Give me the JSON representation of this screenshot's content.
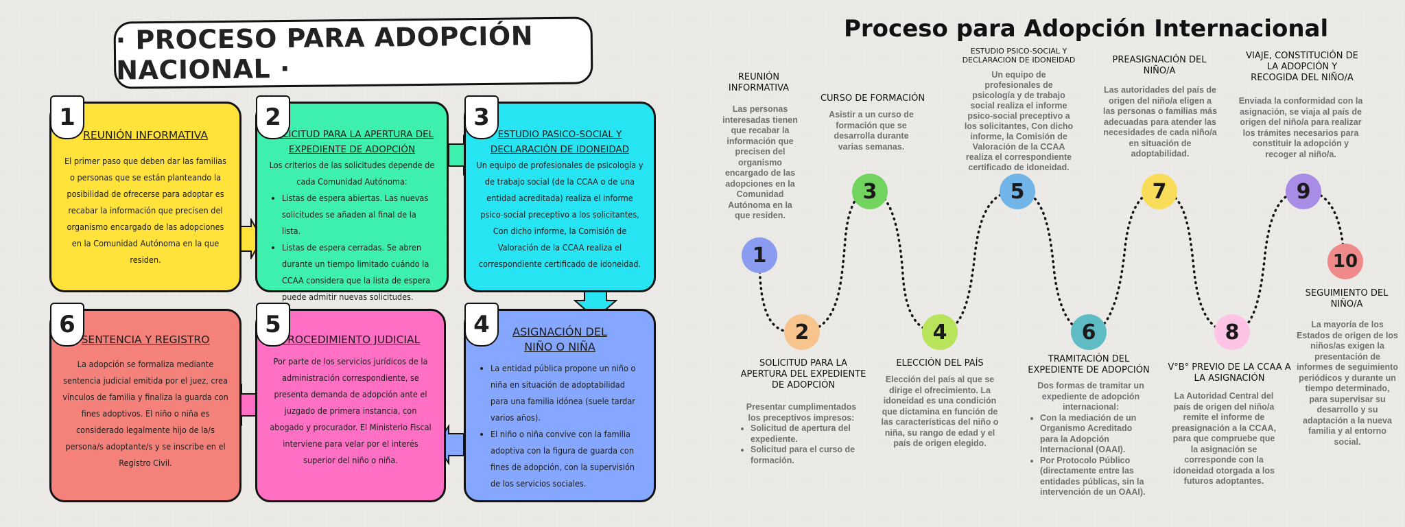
{
  "national": {
    "title": "· PROCESO PARA ADOPCIÓN NACIONAL ·",
    "cards": [
      {
        "num": "1",
        "title": "REUNIÓN INFORMATIVA",
        "color": "#ffe23a",
        "text": "El primer paso que deben dar las familias o personas que se están planteando la posibilidad de ofrecerse para adoptar es recabar la información que precisen del organismo encargado de las adopciones en la Comunidad Autónoma en la que residen."
      },
      {
        "num": "2",
        "title": "SOLICITUD PARA LA APERTURA DEL EXPEDIENTE DE ADOPCIÓN",
        "color": "#3ef0ad",
        "text": "Los criterios de las solicitudes depende de cada Comunidad Autónoma:",
        "bullets": [
          "Listas de espera abiertas. Las nuevas solicitudes se añaden al final de la lista.",
          "Listas de espera cerradas. Se abren durante un tiempo limitado cuándo la CCAA considera que la lista de espera puede admitir nuevas solicitudes."
        ]
      },
      {
        "num": "3",
        "title": "ESTUDIO PASICO-SOCIAL Y DECLARACIÓN DE IDONEIDAD",
        "color": "#26e4f2",
        "text": "Un equipo de profesionales de psicología y de trabajo social (de la CCAA o de una entidad acreditada) realiza el informe psico-social preceptivo a los solicitantes, Con dicho informe, la Comisión de Valoración de la CCAA realiza el correspondiente certificado de idoneidad."
      },
      {
        "num": "4",
        "title": "ASIGNACIÓN DEL NIÑO O NIÑA",
        "color": "#86a7ff",
        "bullets": [
          "La entidad pública propone un niño o niña en situación de adoptabilidad para una familia idónea (suele tardar varios años).",
          "El niño o niña convive con la familia adoptiva con la figura de guarda con fines de adopción, con la supervisión de los servicios sociales."
        ]
      },
      {
        "num": "5",
        "title": "PROCEDIMIENTO JUDICIAL",
        "color": "#ff6fc4",
        "text": "Por parte de los servicios jurídicos de la administración correspondiente, se presenta demanda de adopción ante el juzgado de primera instancia, con abogado y procurador. El Ministerio Fiscal interviene para velar por el interés superior del niño o niña."
      },
      {
        "num": "6",
        "title": "SENTENCIA Y REGISTRO",
        "color": "#f4827a",
        "text": "La adopción se formaliza mediante sentencia judicial emitida por el juez, crea vínculos de familia y finaliza la guarda con fines adoptivos. El niño o niña es considerado legalmente hijo de la/s persona/s adoptante/s y se inscribe en el Registro Civil."
      }
    ]
  },
  "international": {
    "title": "Proceso para Adopción Internacional",
    "steps": [
      {
        "num": "1",
        "color": "#8a9cf0",
        "title": "REUNIÓN INFORMATIVA",
        "text": "Las personas interesadas tienen que recabar la información que precisen del organismo encargado de las adopciones en la Comunidad Autónoma en la que residen."
      },
      {
        "num": "2",
        "color": "#f7c48d",
        "title": "SOLICITUD PARA LA APERTURA DEL EXPEDIENTE DE ADOPCIÓN",
        "text": "Presentar cumplimentados los preceptivos impresos:",
        "bullets": [
          "Solicitud de apertura del expediente.",
          "Solicitud para el curso de formación."
        ]
      },
      {
        "num": "3",
        "color": "#72d35f",
        "title": "CURSO DE FORMACIÓN",
        "text": "Asistir a un curso de formación que se desarrolla durante varias semanas."
      },
      {
        "num": "4",
        "color": "#b9e35a",
        "title": "ELECCIÓN DEL PAÍS",
        "text": "Elección del país al que se dirige el ofrecimiento. La idoneidad es una condición que dictamina en función de las características del niño o niña, su rango de edad y el país de origen elegido."
      },
      {
        "num": "5",
        "color": "#71b4e8",
        "title": "ESTUDIO PSICO-SOCIAL Y DECLARACIÓN DE IDONEIDAD",
        "text": "Un equipo de profesionales de psicología y de trabajo social realiza el informe psico-social preceptivo a los solicitantes, Con dicho informe, la Comisión de Valoración de la CCAA realiza el correspondiente certificado de idoneidad."
      },
      {
        "num": "6",
        "color": "#5fbcc4",
        "title": "TRAMITACIÓN DEL EXPEDIENTE DE ADOPCIÓN",
        "text": "Dos formas de tramitar un expediente de adopción internacional:",
        "bullets": [
          "Con la mediación de un Organismo Acreditado para la Adopción Internacional (OAAI).",
          "Por Protocolo Público (directamente entre las entidades públicas, sin la intervención de un OAAI)."
        ]
      },
      {
        "num": "7",
        "color": "#f9dc5a",
        "title": "PREASIGNACIÓN DEL NIÑO/A",
        "text": "Las autoridades del país de origen del niño/a eligen a las personas o familias más adecuadas para atender las necesidades de cada niño/a en situación de adoptabilidad."
      },
      {
        "num": "8",
        "color": "#ffc3e6",
        "title": "V°B° PREVIO DE LA CCAA A LA ASIGNACIÓN",
        "text": "La Autoridad Central del país de origen del niño/a remite el informe de preasignación a la CCAA, para que compruebe que la asignación se corresponde con la idoneidad otorgada a los futuros adoptantes."
      },
      {
        "num": "9",
        "color": "#a98ce6",
        "title": "VIAJE, CONSTITUCIÓN DE LA ADOPCIÓN Y RECOGIDA DEL NIÑO/A",
        "text": "Enviada la conformidad con la asignación, se viaja al país de origen del niño/a para realizar los trámites necesarios para constituir la adopción y recoger al niño/a."
      },
      {
        "num": "10",
        "color": "#f08a8a",
        "title": "SEGUIMIENTO DEL NIÑO/A",
        "text": "La mayoría de los Estados de origen de los niños/as exigen la presentación de informes de seguimiento periódicos y durante un tiempo determinado, para supervisar su desarrollo y su adaptación a la nueva familia y al entorno social."
      }
    ]
  }
}
